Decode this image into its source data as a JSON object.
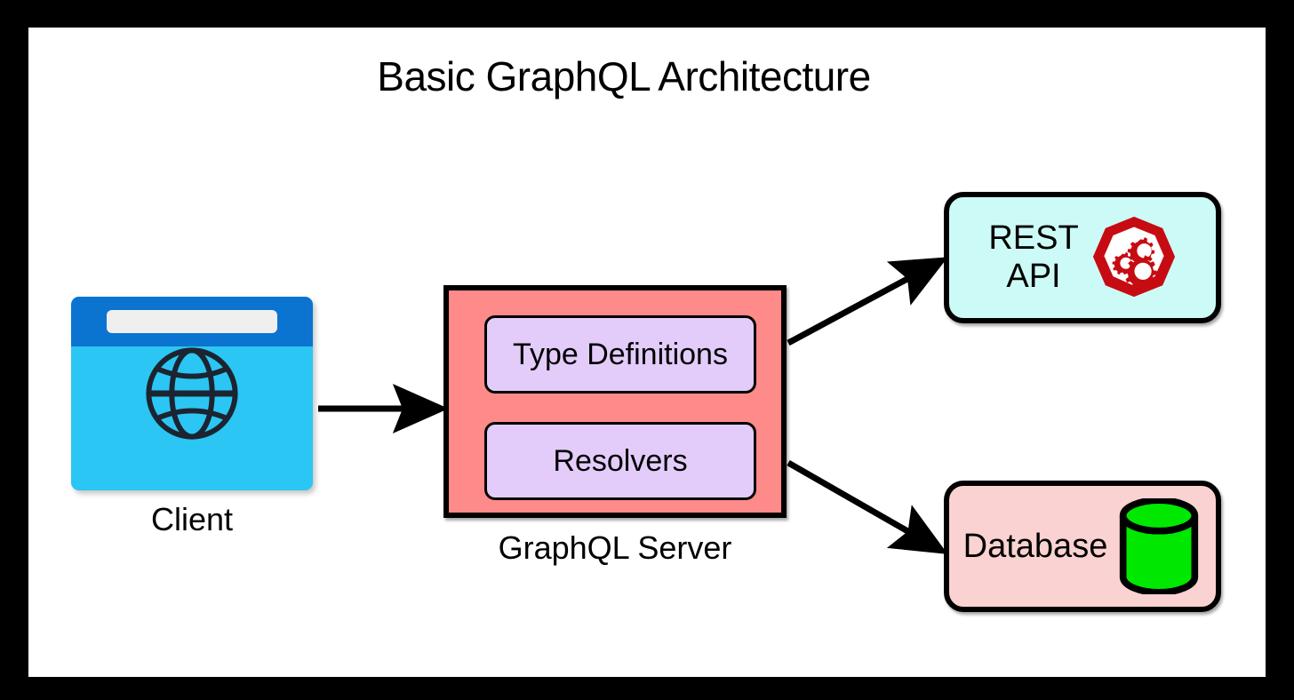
{
  "diagram": {
    "title": "Basic GraphQL Architecture",
    "type": "architecture-flow",
    "frame_color": "#000000",
    "canvas_color": "#ffffff"
  },
  "nodes": {
    "client": {
      "label": "Client",
      "icon": "browser-window-globe-icon",
      "colors": {
        "titlebar": "#0B74D0",
        "body": "#2BC6F4",
        "urlbar": "#EFEFEF",
        "globe": "#1C2430"
      }
    },
    "server": {
      "label": "GraphQL Server",
      "fill": "#FF8A8A",
      "border": "#000000",
      "children": [
        {
          "label": "Type Definitions",
          "fill": "#E3CCFA"
        },
        {
          "label": "Resolvers",
          "fill": "#E3CCFA"
        }
      ]
    },
    "rest_api": {
      "label": "REST\nAPI",
      "icon": "red-heptagon-gears-icon",
      "fill": "#CCFBF7",
      "border": "#000000",
      "icon_color": "#C60C12"
    },
    "database": {
      "label": "Database",
      "icon": "green-cylinder-icon",
      "fill": "#FBD2D2",
      "border": "#000000",
      "icon_color": "#00E800"
    }
  },
  "edges": [
    {
      "id": "client-to-server",
      "from": "client",
      "to": "server",
      "style": "straight-arrow"
    },
    {
      "id": "server-to-rest",
      "from": "server",
      "to": "rest_api",
      "style": "diagonal-arrow-up"
    },
    {
      "id": "server-to-database",
      "from": "server",
      "to": "database",
      "style": "diagonal-arrow-down"
    }
  ]
}
